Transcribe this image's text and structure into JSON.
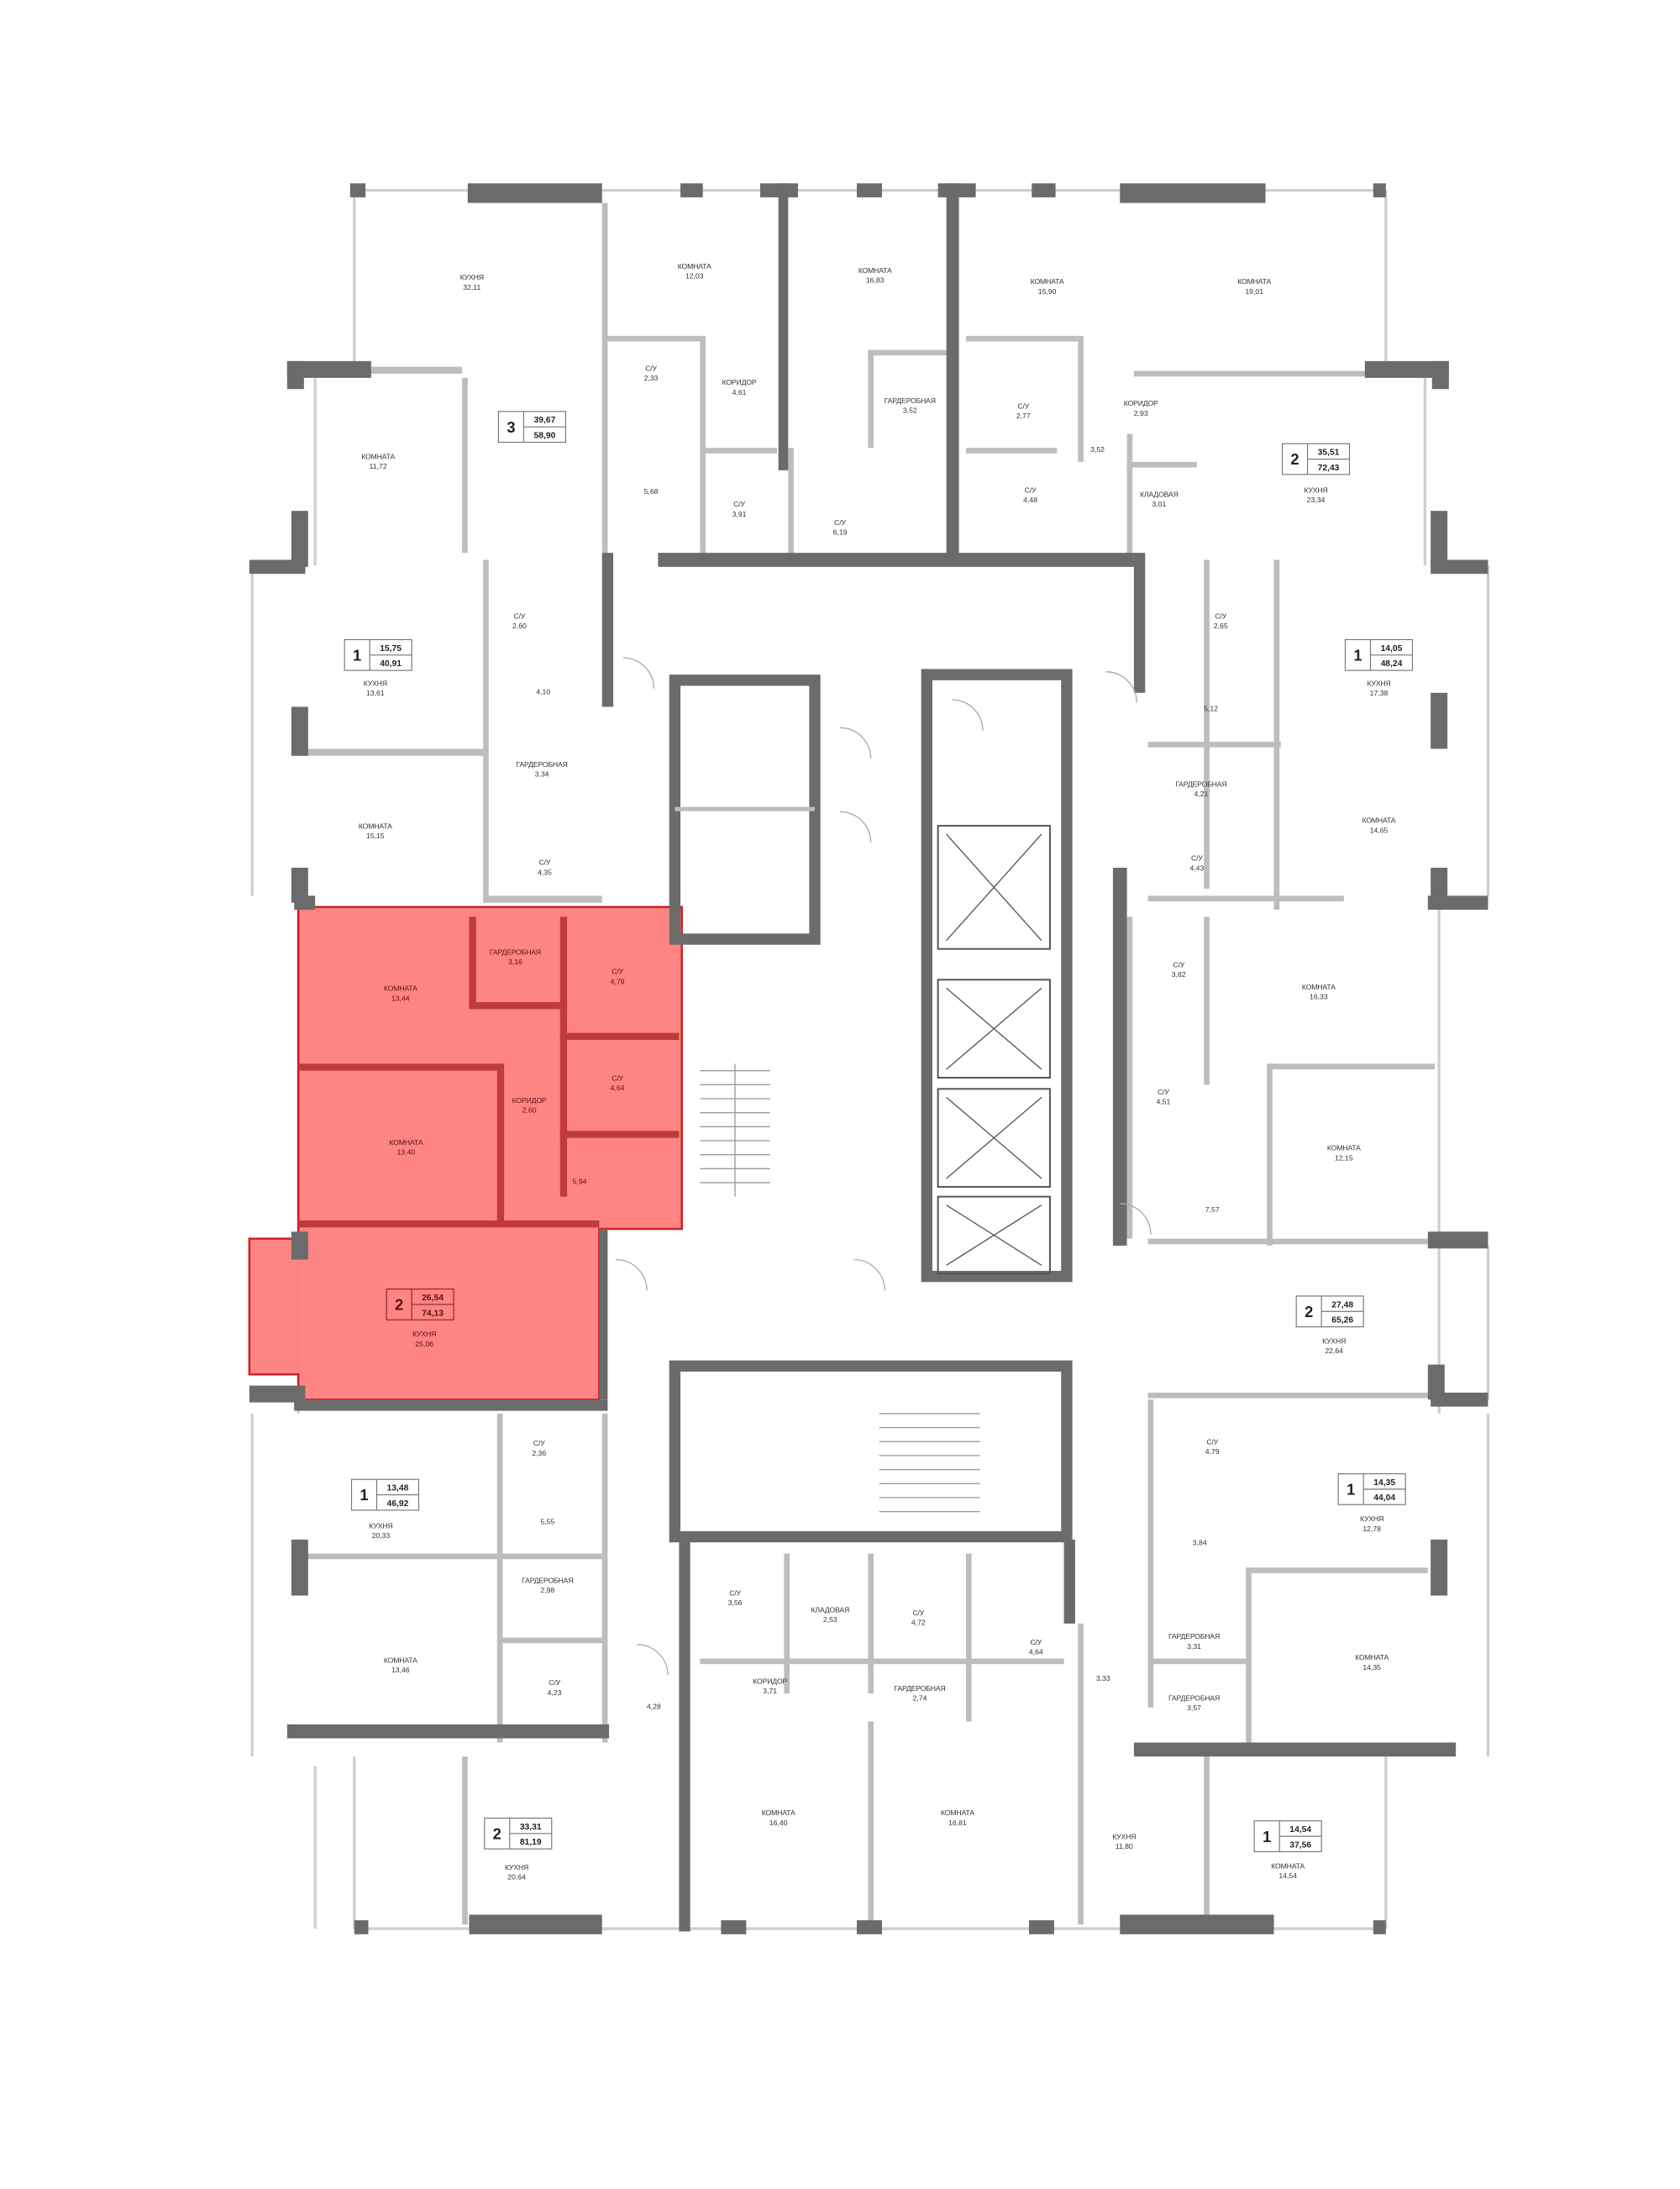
{
  "plan": {
    "highlight_color": "#f77a7a",
    "highlight_border": "#b83232",
    "wall_color": "#6b6b6b",
    "partition_color": "#bdbdbd"
  },
  "apartments": [
    {
      "rooms_count": "3",
      "living": "39,67",
      "total": "58,90",
      "highlighted": false,
      "rooms": [
        {
          "name": "КУХНЯ",
          "area": "32,11"
        },
        {
          "name": "КОМНАТА",
          "area": "11,72"
        },
        {
          "name": "КОМНАТА",
          "area": "12,03"
        },
        {
          "name": "С/У",
          "area": "2,33"
        },
        {
          "name": "КОРИДОР",
          "area": "4,61"
        },
        {
          "name": "",
          "area": "5,68"
        },
        {
          "name": "С/У",
          "area": "3,91"
        },
        {
          "name": "КОМНАТА",
          "area": "16,83"
        },
        {
          "name": "ГАРДЕРОБНАЯ",
          "area": "3,52"
        },
        {
          "name": "С/У",
          "area": "6,19"
        }
      ]
    },
    {
      "rooms_count": "2",
      "living": "35,51",
      "total": "72,43",
      "highlighted": false,
      "rooms": [
        {
          "name": "КОМНАТА",
          "area": "15,90"
        },
        {
          "name": "КОМНАТА",
          "area": "19,01"
        },
        {
          "name": "С/У",
          "area": "2,77"
        },
        {
          "name": "КОРИДОР",
          "area": "2,93"
        },
        {
          "name": "",
          "area": "3,52"
        },
        {
          "name": "С/У",
          "area": "4,48"
        },
        {
          "name": "КЛАДОВАЯ",
          "area": "3,01"
        },
        {
          "name": "КУХНЯ",
          "area": "23,34"
        }
      ]
    },
    {
      "rooms_count": "1",
      "living": "15,75",
      "total": "40,91",
      "highlighted": false,
      "rooms": [
        {
          "name": "КУХНЯ",
          "area": "13,61"
        },
        {
          "name": "С/У",
          "area": "2,60"
        },
        {
          "name": "",
          "area": "4,10"
        },
        {
          "name": "ГАРДЕРОБНАЯ",
          "area": "3,34"
        },
        {
          "name": "КОМНАТА",
          "area": "15,15"
        },
        {
          "name": "С/У",
          "area": "4,35"
        }
      ]
    },
    {
      "rooms_count": "1",
      "living": "14,05",
      "total": "48,24",
      "highlighted": false,
      "rooms": [
        {
          "name": "С/У",
          "area": "2,65"
        },
        {
          "name": "КУХНЯ",
          "area": "17,38"
        },
        {
          "name": "",
          "area": "5,12"
        },
        {
          "name": "ГАРДЕРОБНАЯ",
          "area": "4,21"
        },
        {
          "name": "КОМНАТА",
          "area": "14,65"
        },
        {
          "name": "С/У",
          "area": "4,43"
        }
      ]
    },
    {
      "rooms_count": "2",
      "living": "26,54",
      "total": "74,13",
      "highlighted": true,
      "rooms": [
        {
          "name": "КОМНАТА",
          "area": "13,44"
        },
        {
          "name": "ГАРДЕРОБНАЯ",
          "area": "3,16"
        },
        {
          "name": "С/У",
          "area": "4,79"
        },
        {
          "name": "С/У",
          "area": "4,64"
        },
        {
          "name": "КОРИДОР",
          "area": "2,60"
        },
        {
          "name": "КОМНАТА",
          "area": "13,40"
        },
        {
          "name": "",
          "area": "5,94"
        },
        {
          "name": "КУХНЯ",
          "area": "25,06"
        }
      ]
    },
    {
      "rooms_count": "2",
      "living": "27,48",
      "total": "65,26",
      "highlighted": false,
      "rooms": [
        {
          "name": "С/У",
          "area": "3,82"
        },
        {
          "name": "КОМНАТА",
          "area": "16,33"
        },
        {
          "name": "С/У",
          "area": "4,51"
        },
        {
          "name": "КОМНАТА",
          "area": "12,15"
        },
        {
          "name": "",
          "area": "7,57"
        },
        {
          "name": "КУХНЯ",
          "area": "22,64"
        }
      ]
    },
    {
      "rooms_count": "1",
      "living": "13,48",
      "total": "46,92",
      "highlighted": false,
      "rooms": [
        {
          "name": "С/У",
          "area": "2,36"
        },
        {
          "name": "КУХНЯ",
          "area": "20,33"
        },
        {
          "name": "",
          "area": "5,55"
        },
        {
          "name": "ГАРДЕРОБНАЯ",
          "area": "2,98"
        },
        {
          "name": "КОМНАТА",
          "area": "13,46"
        },
        {
          "name": "С/У",
          "area": "4,23"
        }
      ]
    },
    {
      "rooms_count": "1",
      "living": "14,35",
      "total": "44,04",
      "highlighted": false,
      "rooms": [
        {
          "name": "С/У",
          "area": "4,79"
        },
        {
          "name": "КУХНЯ",
          "area": "12,78"
        },
        {
          "name": "",
          "area": "3,84"
        },
        {
          "name": "ГАРДЕРОБНАЯ",
          "area": "3,31"
        },
        {
          "name": "КОМНАТА",
          "area": "14,35"
        }
      ]
    },
    {
      "rooms_count": "1",
      "living": "14,54",
      "total": "37,56",
      "highlighted": false,
      "rooms": [
        {
          "name": "С/У",
          "area": "4,64"
        },
        {
          "name": "",
          "area": "3,33"
        },
        {
          "name": "ГАРДЕРОБНАЯ",
          "area": "3,57"
        },
        {
          "name": "КУХНЯ",
          "area": "11,80"
        },
        {
          "name": "КОМНАТА",
          "area": "14,54"
        }
      ]
    },
    {
      "rooms_count": "2",
      "living": "33,31",
      "total": "81,19",
      "highlighted": false,
      "rooms": [
        {
          "name": "С/У",
          "area": "3,56"
        },
        {
          "name": "КЛАДОВАЯ",
          "area": "2,53"
        },
        {
          "name": "С/У",
          "area": "4,72"
        },
        {
          "name": "КОРИДОР",
          "area": "3,71"
        },
        {
          "name": "ГАРДЕРОБНАЯ",
          "area": "2,74"
        },
        {
          "name": "",
          "area": "4,28"
        },
        {
          "name": "КОМНАТА",
          "area": "16,40"
        },
        {
          "name": "КОМНАТА",
          "area": "16,81"
        },
        {
          "name": "КУХНЯ",
          "area": "20,64"
        }
      ]
    }
  ]
}
